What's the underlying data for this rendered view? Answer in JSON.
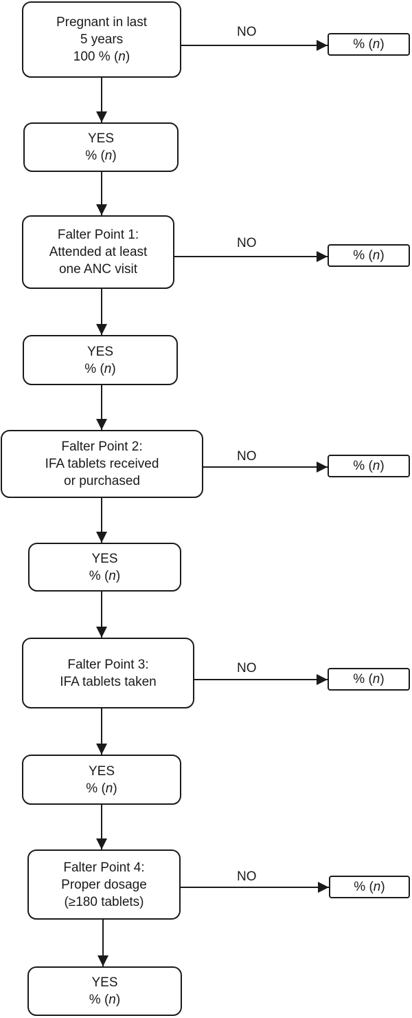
{
  "start": {
    "lines": [
      "Pregnant in last",
      "5 years"
    ],
    "pct": "100 % (",
    "n": "n",
    "close": ")"
  },
  "steps": [
    {
      "lines": [
        "Falter Point 1:",
        "Attended at least",
        "one ANC visit"
      ]
    },
    {
      "lines": [
        "Falter Point 2:",
        "IFA tablets received",
        "or purchased"
      ]
    },
    {
      "lines": [
        "Falter Point 3:",
        "IFA tablets taken"
      ]
    },
    {
      "lines": [
        "Falter Point 4:",
        "Proper dosage",
        "(≥180 tablets)"
      ]
    }
  ],
  "yes_label": "YES",
  "no_label": "NO",
  "pct_prefix": "% (",
  "n_symbol": "n",
  "pct_suffix": ")"
}
